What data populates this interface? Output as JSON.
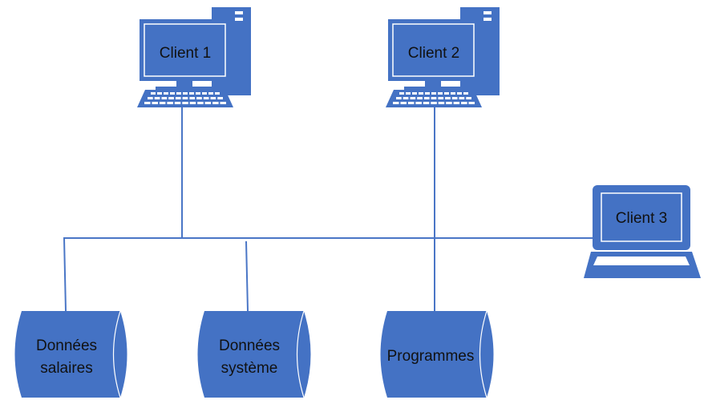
{
  "nodes": {
    "client1": {
      "label": "Client 1"
    },
    "client2": {
      "label": "Client 2"
    },
    "client3": {
      "label": "Client 3"
    },
    "db_salaires": {
      "label_lines": [
        "Données",
        "salaires"
      ]
    },
    "db_systeme": {
      "label_lines": [
        "Données",
        "système"
      ]
    },
    "db_programmes": {
      "label_lines": [
        "Programmes"
      ]
    }
  },
  "colors": {
    "fill": "#4472c4",
    "light_line": "#ffffff",
    "bus_line": "#4a76c6",
    "text": "#111111"
  }
}
